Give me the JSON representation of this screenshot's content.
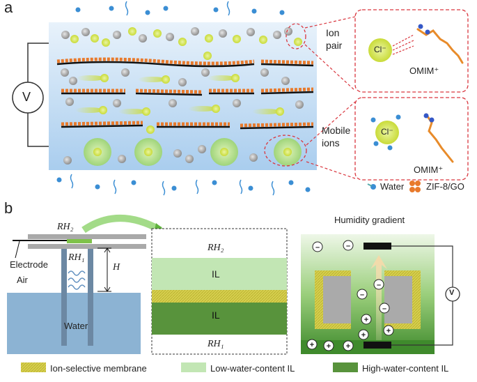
{
  "panel_a": {
    "label": "a",
    "ion_pair_label": "Ion\npair",
    "mobile_ions_label": "Mobile\nions",
    "anion": "Cl⁻",
    "cation": "OMIM⁺",
    "voltmeter": "V",
    "legend": {
      "water": "Water",
      "zif": "ZIF-8/GO"
    }
  },
  "panel_b": {
    "label": "b",
    "rh2": "RH₂",
    "rh1": "RH₁",
    "height": "H",
    "electrode": "Electrode",
    "air": "Air",
    "water": "Water",
    "il_upper": "IL",
    "il_lower": "IL",
    "humidity_title": "Humidity gradient",
    "voltmeter": "V",
    "legend": {
      "membrane": "Ion-selective membrane",
      "low_il": "Low-water-content IL",
      "high_il": "High-water-content IL"
    },
    "colors": {
      "membrane": "#d6cf4e",
      "low_il": "#c2e6b4",
      "high_il": "#58933c",
      "water": "#8cb3d3"
    }
  }
}
